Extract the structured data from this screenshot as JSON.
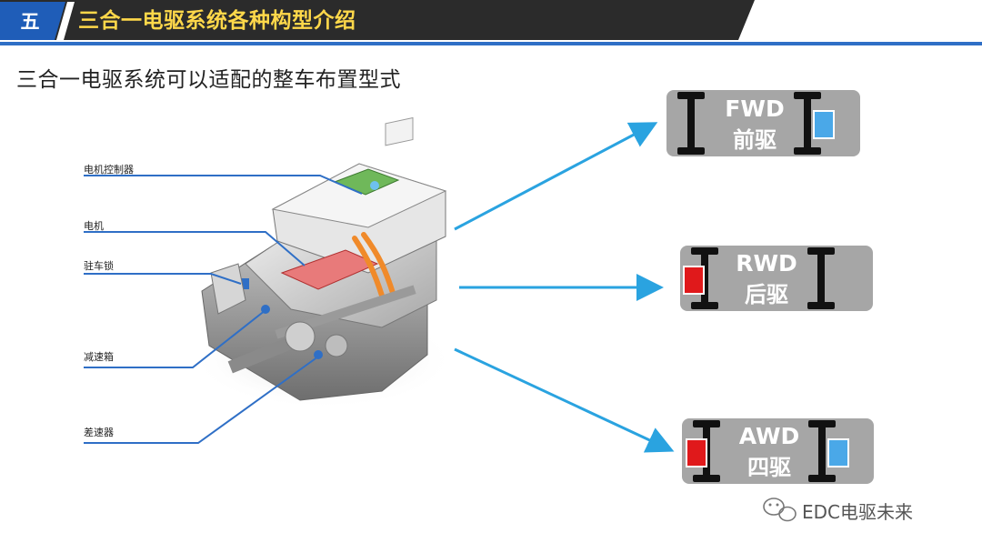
{
  "header": {
    "section_number": "五",
    "title": "三合一电驱系统各种构型介绍",
    "colors": {
      "dark_band": "#2b2b2b",
      "accent_blue": "#2f6fc6",
      "title_yellow": "#ffd84a"
    }
  },
  "subtitle": "三合一电驱系统可以适配的整车布置型式",
  "components": [
    {
      "label": "电机控制器"
    },
    {
      "label": "电机"
    },
    {
      "label": "驻车锁"
    },
    {
      "label": "减速箱"
    },
    {
      "label": "差速器"
    }
  ],
  "drive_types": [
    {
      "code": "FWD",
      "name": "前驱",
      "unit_color": "#4aa8e8"
    },
    {
      "code": "RWD",
      "name": "后驱",
      "unit_color": "#e0191b"
    },
    {
      "code": "AWD",
      "name": "四驱",
      "unit_colors": [
        "#e0191b",
        "#4aa8e8"
      ]
    }
  ],
  "watermark": "EDC电驱未来",
  "icons": [
    "wechat-icon",
    "drive-unit-illustration",
    "axle-schematic-icon"
  ]
}
